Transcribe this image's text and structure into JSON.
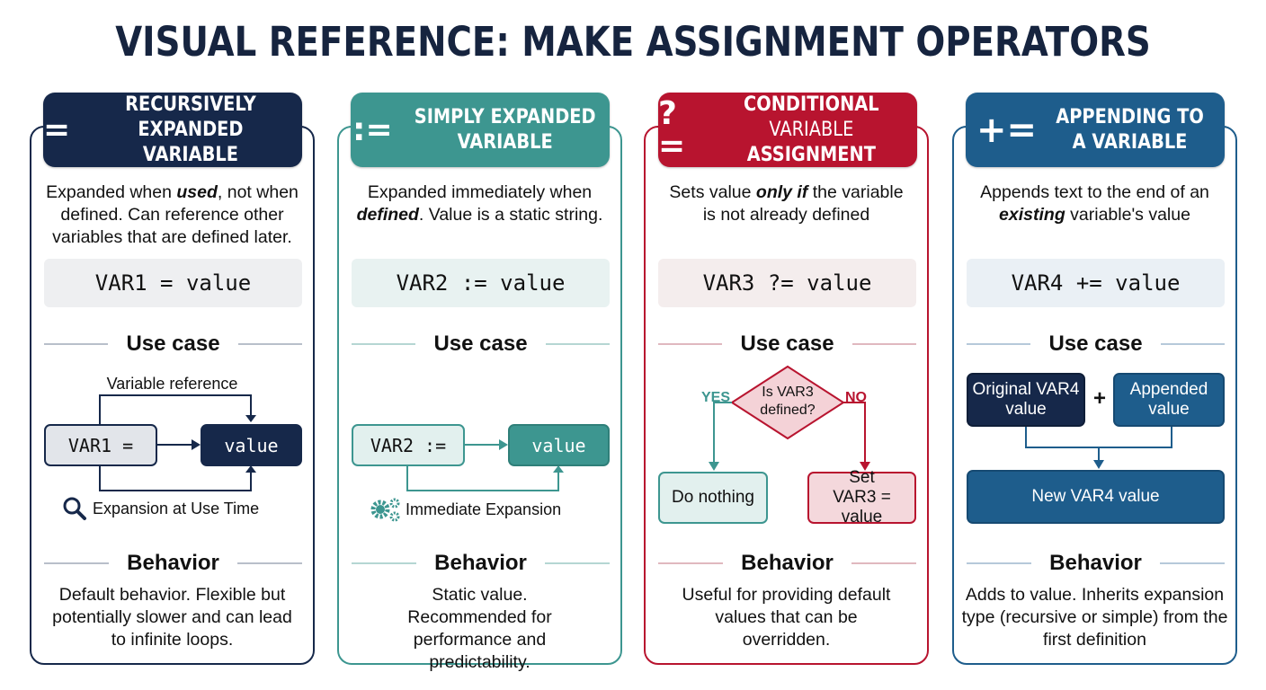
{
  "title": "VISUAL REFERENCE: MAKE ASSIGNMENT OPERATORS",
  "colors": {
    "navy": "#16284a",
    "teal": "#3d9690",
    "red": "#b8142f",
    "blue": "#1e5d8c"
  },
  "cards": [
    {
      "operator": "=",
      "header_line1": "RECURSIVELY",
      "header_line2": "EXPANDED VARIABLE",
      "desc_pre": "Expanded when ",
      "desc_em": "used",
      "desc_post": ", not when defined. Can reference other variables that are defined later.",
      "code": "VAR1 = value",
      "use_case_label": "Use case",
      "diagram": {
        "top_label": "Variable reference",
        "left_box": "VAR1 =",
        "right_box": "value",
        "bottom_label": "Expansion at Use Time",
        "icon": "magnifier-icon"
      },
      "behavior_label": "Behavior",
      "behavior": "Default behavior. Flexible but potentially slower and can lead to infinite loops."
    },
    {
      "operator": ":=",
      "header_line1": "SIMPLY EXPANDED",
      "header_line2": "VARIABLE",
      "desc_pre": "Expanded immediately when ",
      "desc_em": "defined",
      "desc_post": ". Value is a static string.",
      "code": "VAR2 := value",
      "use_case_label": "Use case",
      "diagram": {
        "left_box": "VAR2 :=",
        "right_box": "value",
        "bottom_label": "Immediate Expansion",
        "icon": "gears-icon"
      },
      "behavior_label": "Behavior",
      "behavior": "Static value. Recommended for performance and predictability."
    },
    {
      "operator": "?=",
      "header_line1": "CONDITIONAL",
      "header_line2_thin": "VARIABLE ",
      "header_line2": "ASSIGNMENT",
      "desc_pre": "Sets value ",
      "desc_em": "only if",
      "desc_post": " the variable is not already defined",
      "code": "VAR3 ?= value",
      "use_case_label": "Use case",
      "diagram": {
        "decision": "Is VAR3 defined?",
        "yes_label": "YES",
        "no_label": "NO",
        "yes_box": "Do nothing",
        "no_box": "Set VAR3 = value"
      },
      "behavior_label": "Behavior",
      "behavior": "Useful for providing default values that can be overridden."
    },
    {
      "operator": "+=",
      "header_line1": "APPENDING TO",
      "header_line2": "A VARIABLE",
      "desc_pre": "Appends text to the end of an ",
      "desc_em": "existing",
      "desc_post": " variable's value",
      "code": "VAR4 += value",
      "use_case_label": "Use case",
      "diagram": {
        "left_box": "Original VAR4 value",
        "plus": "+",
        "right_box": "Appended value",
        "result_box": "New VAR4 value"
      },
      "behavior_label": "Behavior",
      "behavior": "Adds to value. Inherits expansion type (recursive or simple) from the first definition"
    }
  ]
}
